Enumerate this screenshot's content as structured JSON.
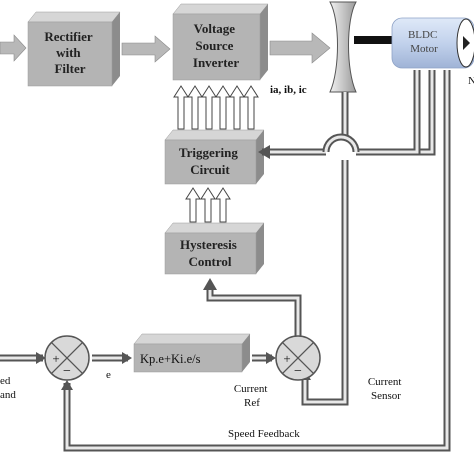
{
  "blocks": {
    "rectifier": [
      "Rectifier",
      "with",
      "Filter"
    ],
    "vsi": [
      "Voltage",
      "Source",
      "Inverter"
    ],
    "triggering": [
      "Triggering",
      "Circuit"
    ],
    "hysteresis": [
      "Hysteresis",
      "Control"
    ],
    "pi_controller": "Kp.e+Ki.e/s"
  },
  "motor": [
    "BLDC",
    "Motor"
  ],
  "labels": {
    "phase_currents": "ia, ib, ic",
    "error": "e",
    "current_ref": [
      "Current",
      "Ref"
    ],
    "current_sensor": [
      "Current",
      "Sensor"
    ],
    "speed_feedback": "Speed Feedback",
    "speed_command": [
      "ed",
      "and"
    ],
    "edge_letter": "N"
  },
  "summing_signs": {
    "left": [
      "+",
      "−"
    ],
    "right": [
      "+",
      "−"
    ]
  },
  "colors": {
    "block_face": "#b4b4b4",
    "block_top": "#d6d6d6",
    "block_side": "#8c8c8c",
    "arrow": "#b8b8b8",
    "wire": "#555555",
    "motor_body": "#c9d8ee",
    "shaft": "#111111"
  }
}
